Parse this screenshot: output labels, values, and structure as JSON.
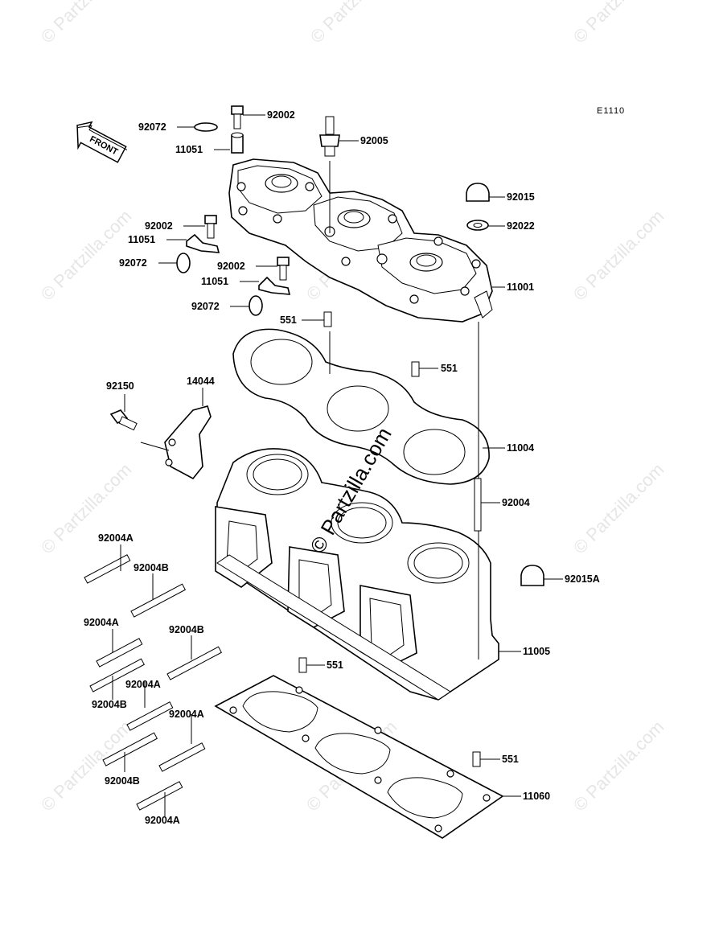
{
  "diagram_ref": "E1110",
  "front_label": "FRONT",
  "watermark_text": "© Partzilla.com",
  "center_watermark": "© Partzilla.com",
  "callouts": {
    "c92072_a": "92072",
    "c92002_a": "92002",
    "c92005": "92005",
    "c11051_a": "11051",
    "c92015": "92015",
    "c92022": "92022",
    "c92002_b": "92002",
    "c11051_b": "11051",
    "c92072_b": "92072",
    "c92002_c": "92002",
    "c11051_c": "11051",
    "c11001": "11001",
    "c92072_c": "92072",
    "c551_a": "551",
    "c551_b": "551",
    "c92150": "92150",
    "c14044": "14044",
    "c11004": "11004",
    "c92004": "92004",
    "c92004A_a": "92004A",
    "c92004B_a": "92004B",
    "c92015A": "92015A",
    "c92004A_b": "92004A",
    "c92004B_b": "92004B",
    "c11005": "11005",
    "c551_c": "551",
    "c92004B_c": "92004B",
    "c92004A_c": "92004A",
    "c92004A_d": "92004A",
    "c551_d": "551",
    "c92004B_d": "92004B",
    "c11060": "11060",
    "c92004A_e": "92004A"
  }
}
